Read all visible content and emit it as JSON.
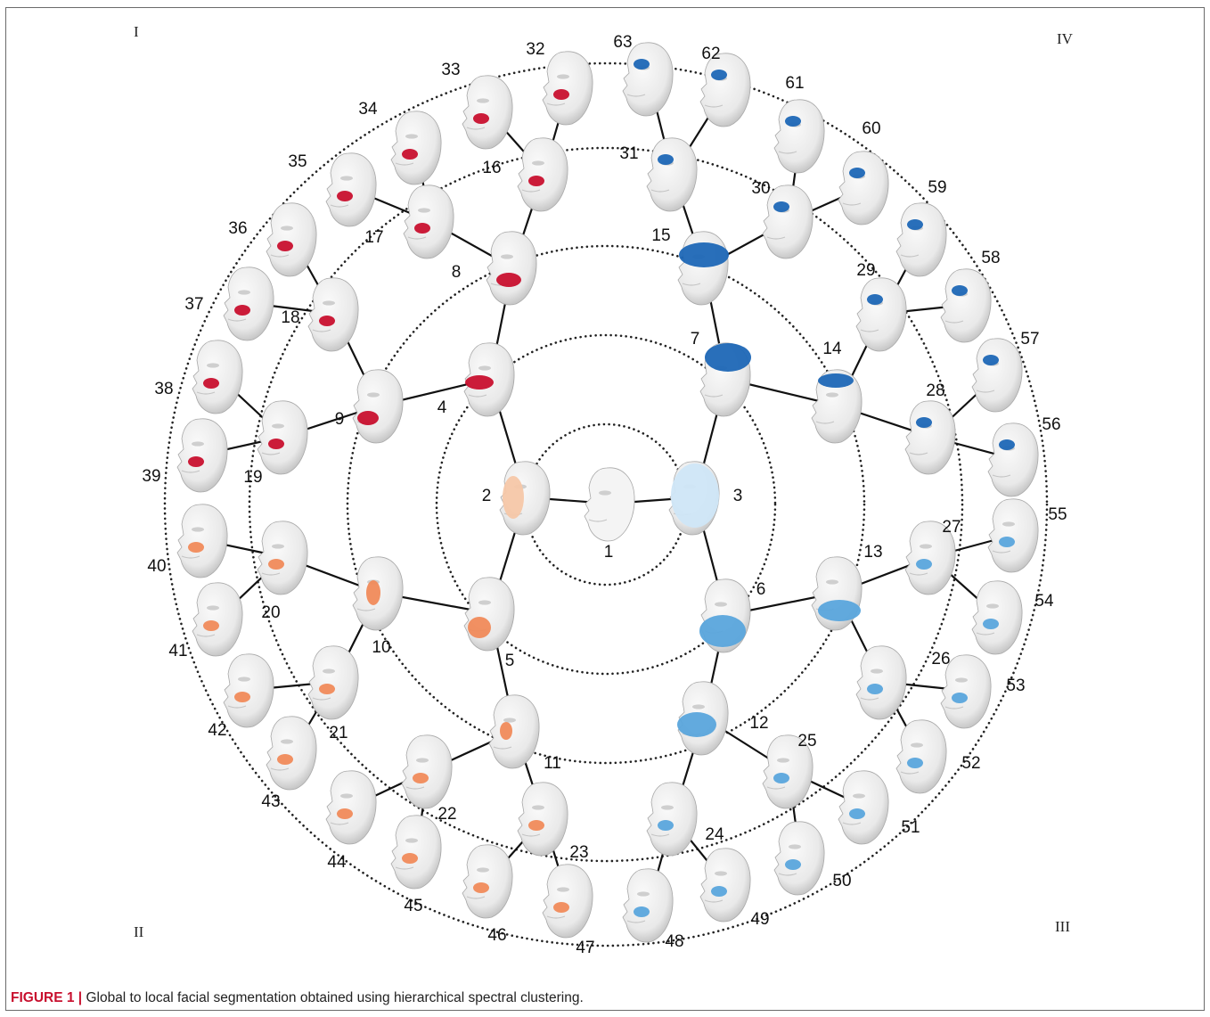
{
  "quadrants": {
    "q1": "I",
    "q2": "II",
    "q3": "III",
    "q4": "IV"
  },
  "caption": {
    "label": "FIGURE 1 |",
    "text": " Global to local facial segmentation obtained using hierarchical spectral clustering."
  },
  "colors": {
    "red": "#c8102e",
    "orange": "#f08a5a",
    "peach": "#f6c7a8",
    "blue": "#1e67b6",
    "lightblue": "#5aa5dc",
    "paleblue": "#cfe6f7",
    "face": "#e9e9e9",
    "line": "#111111"
  },
  "tree": {
    "root": "1",
    "edges": [
      [
        "1",
        "2"
      ],
      [
        "1",
        "3"
      ],
      [
        "2",
        "4"
      ],
      [
        "2",
        "5"
      ],
      [
        "3",
        "6"
      ],
      [
        "3",
        "7"
      ],
      [
        "4",
        "8"
      ],
      [
        "4",
        "9"
      ],
      [
        "5",
        "10"
      ],
      [
        "5",
        "11"
      ],
      [
        "6",
        "12"
      ],
      [
        "6",
        "13"
      ],
      [
        "7",
        "14"
      ],
      [
        "7",
        "15"
      ],
      [
        "8",
        "16"
      ],
      [
        "8",
        "17"
      ],
      [
        "9",
        "18"
      ],
      [
        "9",
        "19"
      ],
      [
        "10",
        "20"
      ],
      [
        "10",
        "21"
      ],
      [
        "11",
        "22"
      ],
      [
        "11",
        "23"
      ],
      [
        "12",
        "24"
      ],
      [
        "12",
        "25"
      ],
      [
        "13",
        "26"
      ],
      [
        "13",
        "27"
      ],
      [
        "14",
        "28"
      ],
      [
        "14",
        "29"
      ],
      [
        "15",
        "30"
      ],
      [
        "15",
        "31"
      ],
      [
        "16",
        "32"
      ],
      [
        "16",
        "33"
      ],
      [
        "17",
        "34"
      ],
      [
        "17",
        "35"
      ],
      [
        "18",
        "36"
      ],
      [
        "18",
        "37"
      ],
      [
        "19",
        "38"
      ],
      [
        "19",
        "39"
      ],
      [
        "20",
        "40"
      ],
      [
        "20",
        "41"
      ],
      [
        "21",
        "42"
      ],
      [
        "21",
        "43"
      ],
      [
        "22",
        "44"
      ],
      [
        "22",
        "45"
      ],
      [
        "23",
        "46"
      ],
      [
        "23",
        "47"
      ],
      [
        "24",
        "48"
      ],
      [
        "24",
        "49"
      ],
      [
        "25",
        "50"
      ],
      [
        "25",
        "51"
      ],
      [
        "26",
        "52"
      ],
      [
        "26",
        "53"
      ],
      [
        "27",
        "54"
      ],
      [
        "27",
        "55"
      ],
      [
        "28",
        "56"
      ],
      [
        "28",
        "57"
      ],
      [
        "29",
        "58"
      ],
      [
        "29",
        "59"
      ],
      [
        "30",
        "60"
      ],
      [
        "30",
        "61"
      ],
      [
        "31",
        "62"
      ],
      [
        "31",
        "63"
      ]
    ]
  },
  "nodes": [
    {
      "id": "1",
      "label": "1",
      "color": "none"
    },
    {
      "id": "2",
      "label": "2",
      "color": "peach"
    },
    {
      "id": "3",
      "label": "3",
      "color": "paleblue"
    },
    {
      "id": "4",
      "label": "4",
      "color": "red"
    },
    {
      "id": "5",
      "label": "5",
      "color": "orange"
    },
    {
      "id": "6",
      "label": "6",
      "color": "lightblue"
    },
    {
      "id": "7",
      "label": "7",
      "color": "blue"
    },
    {
      "id": "8",
      "label": "8",
      "color": "red"
    },
    {
      "id": "9",
      "label": "9",
      "color": "red"
    },
    {
      "id": "10",
      "label": "10",
      "color": "orange"
    },
    {
      "id": "11",
      "label": "11",
      "color": "orange"
    },
    {
      "id": "12",
      "label": "12",
      "color": "lightblue"
    },
    {
      "id": "13",
      "label": "13",
      "color": "lightblue"
    },
    {
      "id": "14",
      "label": "14",
      "color": "blue"
    },
    {
      "id": "15",
      "label": "15",
      "color": "blue"
    },
    {
      "id": "16",
      "label": "16",
      "color": "red"
    },
    {
      "id": "17",
      "label": "17",
      "color": "red"
    },
    {
      "id": "18",
      "label": "18",
      "color": "red"
    },
    {
      "id": "19",
      "label": "19",
      "color": "red"
    },
    {
      "id": "20",
      "label": "20",
      "color": "orange"
    },
    {
      "id": "21",
      "label": "21",
      "color": "orange"
    },
    {
      "id": "22",
      "label": "22",
      "color": "orange"
    },
    {
      "id": "23",
      "label": "23",
      "color": "orange"
    },
    {
      "id": "24",
      "label": "24",
      "color": "lightblue"
    },
    {
      "id": "25",
      "label": "25",
      "color": "lightblue"
    },
    {
      "id": "26",
      "label": "26",
      "color": "lightblue"
    },
    {
      "id": "27",
      "label": "27",
      "color": "lightblue"
    },
    {
      "id": "28",
      "label": "28",
      "color": "blue"
    },
    {
      "id": "29",
      "label": "29",
      "color": "blue"
    },
    {
      "id": "30",
      "label": "30",
      "color": "blue"
    },
    {
      "id": "31",
      "label": "31",
      "color": "blue"
    },
    {
      "id": "32",
      "label": "32",
      "color": "red"
    },
    {
      "id": "33",
      "label": "33",
      "color": "red"
    },
    {
      "id": "34",
      "label": "34",
      "color": "red"
    },
    {
      "id": "35",
      "label": "35",
      "color": "red"
    },
    {
      "id": "36",
      "label": "36",
      "color": "red"
    },
    {
      "id": "37",
      "label": "37",
      "color": "red"
    },
    {
      "id": "38",
      "label": "38",
      "color": "red"
    },
    {
      "id": "39",
      "label": "39",
      "color": "red"
    },
    {
      "id": "40",
      "label": "40",
      "color": "orange"
    },
    {
      "id": "41",
      "label": "41",
      "color": "orange"
    },
    {
      "id": "42",
      "label": "42",
      "color": "orange"
    },
    {
      "id": "43",
      "label": "43",
      "color": "orange"
    },
    {
      "id": "44",
      "label": "44",
      "color": "orange"
    },
    {
      "id": "45",
      "label": "45",
      "color": "orange"
    },
    {
      "id": "46",
      "label": "46",
      "color": "orange"
    },
    {
      "id": "47",
      "label": "47",
      "color": "orange"
    },
    {
      "id": "48",
      "label": "48",
      "color": "lightblue"
    },
    {
      "id": "49",
      "label": "49",
      "color": "lightblue"
    },
    {
      "id": "50",
      "label": "50",
      "color": "lightblue"
    },
    {
      "id": "51",
      "label": "51",
      "color": "lightblue"
    },
    {
      "id": "52",
      "label": "52",
      "color": "lightblue"
    },
    {
      "id": "53",
      "label": "53",
      "color": "lightblue"
    },
    {
      "id": "54",
      "label": "54",
      "color": "lightblue"
    },
    {
      "id": "55",
      "label": "55",
      "color": "lightblue"
    },
    {
      "id": "56",
      "label": "56",
      "color": "blue"
    },
    {
      "id": "57",
      "label": "57",
      "color": "blue"
    },
    {
      "id": "58",
      "label": "58",
      "color": "blue"
    },
    {
      "id": "59",
      "label": "59",
      "color": "blue"
    },
    {
      "id": "60",
      "label": "60",
      "color": "blue"
    },
    {
      "id": "61",
      "label": "61",
      "color": "blue"
    },
    {
      "id": "62",
      "label": "62",
      "color": "blue"
    },
    {
      "id": "63",
      "label": "63",
      "color": "blue"
    }
  ]
}
